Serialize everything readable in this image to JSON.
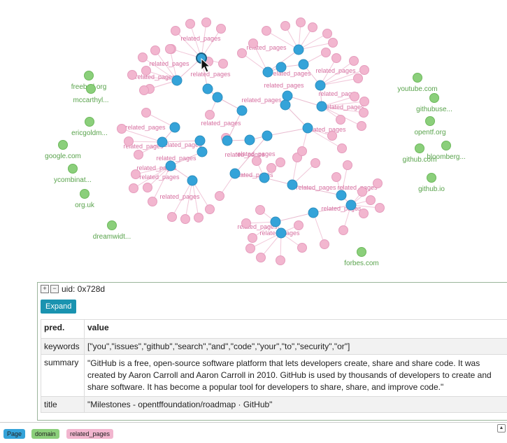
{
  "colors": {
    "page": "#34a3d9",
    "domain": "#8bcf7b",
    "related": "#f2b6cf",
    "label_pink": "#d66fa0",
    "label_green": "#59a34c"
  },
  "graph": {
    "edge_label": "related_pages",
    "domains": [
      "freebsd.org",
      "mccarthyl...",
      "ericgoldm...",
      "google.com",
      "ycombinat...",
      "org.uk",
      "dreamwidt...",
      "youtube.com",
      "githubuse...",
      "opentf.org",
      "github.com",
      "bloomberg...",
      "github.io",
      "forbes.com"
    ]
  },
  "panel": {
    "uid": "uid: 0x728d",
    "expand_label": "Expand",
    "col_pred": "pred.",
    "col_value": "value",
    "rows": [
      {
        "key": "keywords",
        "value": "[\"you\",\"issues\",\"github\",\"search\",\"and\",\"code\",\"your\",\"to\",\"security\",\"or\"]"
      },
      {
        "key": "summary",
        "value": "\"GitHub is a free, open-source software platform that lets developers create, share and share code. It was created by Aaron Carroll and Aaron Carroll in 2010. GitHub is used by thousands of developers to create and share software. It has become a popular tool for developers to share, share, and improve code.\""
      },
      {
        "key": "title",
        "value": "\"Milestones - opentffoundation/roadmap · GitHub\""
      }
    ]
  },
  "legend": [
    "Page",
    "domain",
    "related_pages"
  ]
}
